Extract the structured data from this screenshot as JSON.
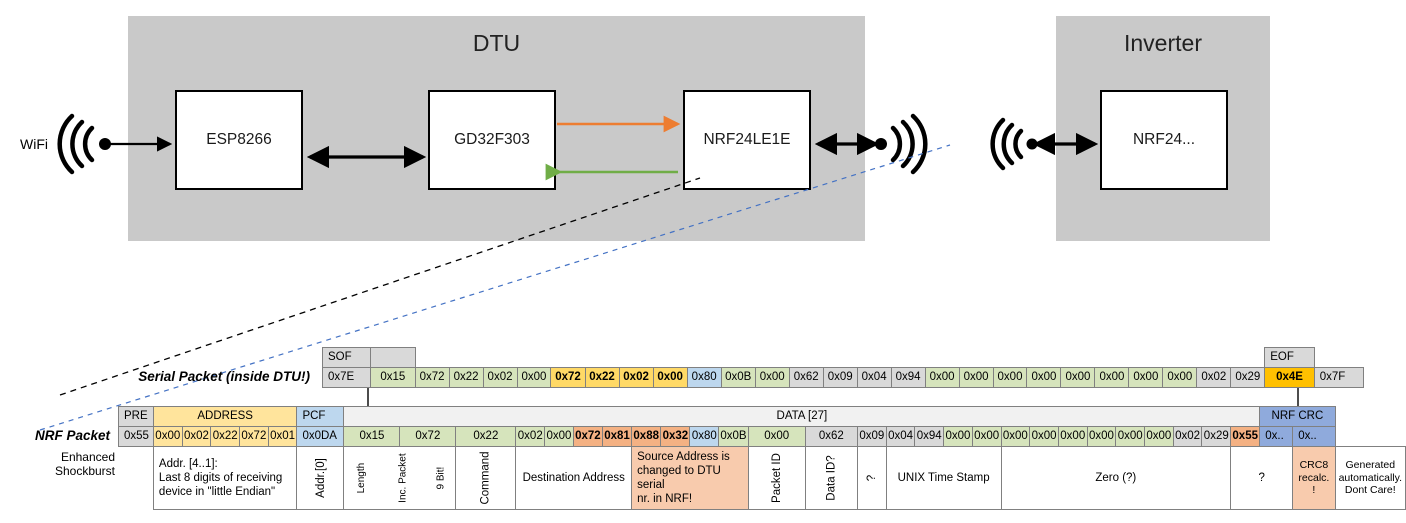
{
  "diagram": {
    "dtu": {
      "title": "DTU",
      "chips": [
        "ESP8266",
        "GD32F303",
        "NRF24LE1E"
      ],
      "wifi_label": "WiFi",
      "arrow_colors": {
        "tx": "#ed7d31",
        "rx": "#70ad47",
        "link": "#000000"
      }
    },
    "inverter": {
      "title": "Inverter",
      "chips": [
        "NRF24..."
      ]
    }
  },
  "serial_packet": {
    "label": "Serial Packet (inside DTU!)",
    "sof_header": "SOF",
    "eof_header": "EOF",
    "sof_value": "0x7E",
    "eof_value": "0x7F",
    "bytes": [
      {
        "v": "0x15",
        "c": "green"
      },
      {
        "v": "0x72",
        "c": "green"
      },
      {
        "v": "0x22",
        "c": "green"
      },
      {
        "v": "0x02",
        "c": "green"
      },
      {
        "v": "0x00",
        "c": "green"
      },
      {
        "v": "0x72",
        "c": "yellow"
      },
      {
        "v": "0x22",
        "c": "yellow"
      },
      {
        "v": "0x02",
        "c": "yellow"
      },
      {
        "v": "0x00",
        "c": "yellow"
      },
      {
        "v": "0x80",
        "c": "blue"
      },
      {
        "v": "0x0B",
        "c": "green"
      },
      {
        "v": "0x00",
        "c": "green"
      },
      {
        "v": "0x62",
        "c": "mgray"
      },
      {
        "v": "0x09",
        "c": "mgray"
      },
      {
        "v": "0x04",
        "c": "mgray"
      },
      {
        "v": "0x94",
        "c": "mgray"
      },
      {
        "v": "0x00",
        "c": "green"
      },
      {
        "v": "0x00",
        "c": "green"
      },
      {
        "v": "0x00",
        "c": "green"
      },
      {
        "v": "0x00",
        "c": "green"
      },
      {
        "v": "0x00",
        "c": "green"
      },
      {
        "v": "0x00",
        "c": "green"
      },
      {
        "v": "0x00",
        "c": "green"
      },
      {
        "v": "0x00",
        "c": "green"
      },
      {
        "v": "0x02",
        "c": "mgray"
      },
      {
        "v": "0x29",
        "c": "mgray"
      },
      {
        "v": "0x4E",
        "c": "orange"
      }
    ]
  },
  "nrf_packet": {
    "label": "NRF Packet",
    "sublabel": "Enhanced Shockburst",
    "headers": {
      "pre": "PRE",
      "address": "ADDRESS",
      "pcf": "PCF",
      "data": "DATA [27]",
      "crc": "NRF CRC"
    },
    "pre_value": "0x55",
    "address_values": [
      "0x00",
      "0x02",
      "0x22",
      "0x72",
      "0x01"
    ],
    "pcf_value": "0x0DA",
    "crc_values": [
      "0x..",
      "0x.."
    ],
    "bytes": [
      {
        "v": "0x15",
        "c": "green"
      },
      {
        "v": "0x72",
        "c": "green"
      },
      {
        "v": "0x22",
        "c": "green"
      },
      {
        "v": "0x02",
        "c": "green"
      },
      {
        "v": "0x00",
        "c": "green"
      },
      {
        "v": "0x72",
        "c": "salmon"
      },
      {
        "v": "0x81",
        "c": "salmon"
      },
      {
        "v": "0x88",
        "c": "salmon"
      },
      {
        "v": "0x32",
        "c": "salmon"
      },
      {
        "v": "0x80",
        "c": "blue"
      },
      {
        "v": "0x0B",
        "c": "green"
      },
      {
        "v": "0x00",
        "c": "green"
      },
      {
        "v": "0x62",
        "c": "mgray"
      },
      {
        "v": "0x09",
        "c": "mgray"
      },
      {
        "v": "0x04",
        "c": "mgray"
      },
      {
        "v": "0x94",
        "c": "mgray"
      },
      {
        "v": "0x00",
        "c": "green"
      },
      {
        "v": "0x00",
        "c": "green"
      },
      {
        "v": "0x00",
        "c": "green"
      },
      {
        "v": "0x00",
        "c": "green"
      },
      {
        "v": "0x00",
        "c": "green"
      },
      {
        "v": "0x00",
        "c": "green"
      },
      {
        "v": "0x00",
        "c": "green"
      },
      {
        "v": "0x00",
        "c": "green"
      },
      {
        "v": "0x02",
        "c": "mgray"
      },
      {
        "v": "0x29",
        "c": "mgray"
      },
      {
        "v": "0x55",
        "c": "salmon"
      }
    ],
    "descriptions": {
      "address": "Addr. [4..1]:\nLast 8 digits of receiving device in \"little Endian\"",
      "address_l1": "Addr. [4..1]:",
      "address_l2": "Last 8 digits of receiving",
      "address_l3": "device in \"little Endian\"",
      "addr0": "Addr.[0]",
      "pcf_l1": "9 Bit!",
      "pcf_l2": "Inc. Packet",
      "pcf_l3": "Length",
      "command": "Command",
      "destination": "Destination Address",
      "source_l1": "Source Address is",
      "source_l2": "changed to DTU serial",
      "source_l3": "nr. in NRF!",
      "packet_id": "Packet ID",
      "data_id": "Data ID?",
      "unknown_q": "?",
      "unix": "UNIX Time Stamp",
      "zero": "Zero (?)",
      "tail_q": "?",
      "crc8_l1": "CRC8",
      "crc8_l2": "recalc.",
      "crc8_l3": "!",
      "nrfcrc_l1": "Generated",
      "nrfcrc_l2": "automatically.",
      "nrfcrc_l3": "Dont Care!"
    }
  }
}
